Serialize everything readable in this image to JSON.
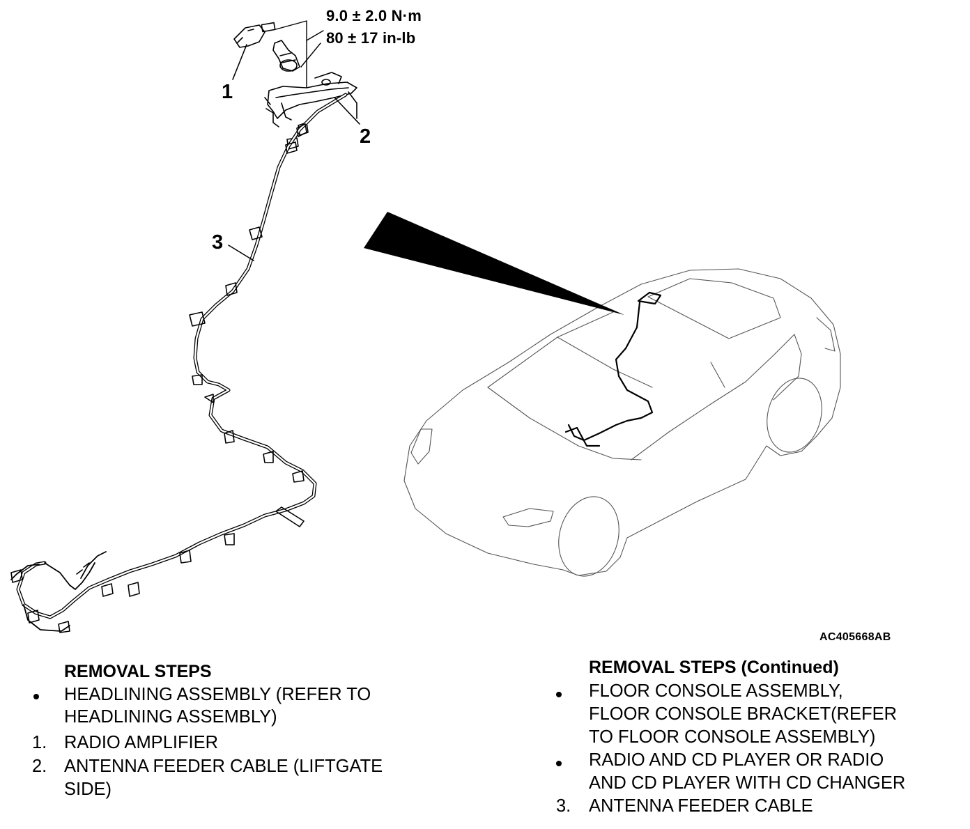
{
  "torque": {
    "metric": "9.0 ± 2.0 N·m",
    "imperial": "80 ± 17 in-lb"
  },
  "callouts": [
    "1",
    "2",
    "3"
  ],
  "figure_code": "AC405668AB",
  "removal_steps": {
    "title": "REMOVAL STEPS",
    "items": [
      {
        "marker": "bullet",
        "lines": [
          "HEADLINING ASSEMBLY (REFER TO",
          "HEADLINING ASSEMBLY)"
        ]
      },
      {
        "marker": "1.",
        "lines": [
          "RADIO AMPLIFIER"
        ]
      },
      {
        "marker": "2.",
        "lines": [
          "ANTENNA FEEDER CABLE (LIFTGATE",
          "SIDE)"
        ]
      }
    ]
  },
  "removal_steps_continued": {
    "title": "REMOVAL STEPS (Continued)",
    "items": [
      {
        "marker": "bullet",
        "lines": [
          "FLOOR CONSOLE ASSEMBLY,",
          "FLOOR CONSOLE BRACKET(REFER",
          "TO FLOOR CONSOLE ASSEMBLY)"
        ]
      },
      {
        "marker": "bullet",
        "lines": [
          "RADIO AND CD PLAYER OR RADIO",
          "AND CD PLAYER WITH CD CHANGER"
        ]
      },
      {
        "marker": "3.",
        "lines": [
          "ANTENNA FEEDER CABLE"
        ]
      }
    ]
  }
}
